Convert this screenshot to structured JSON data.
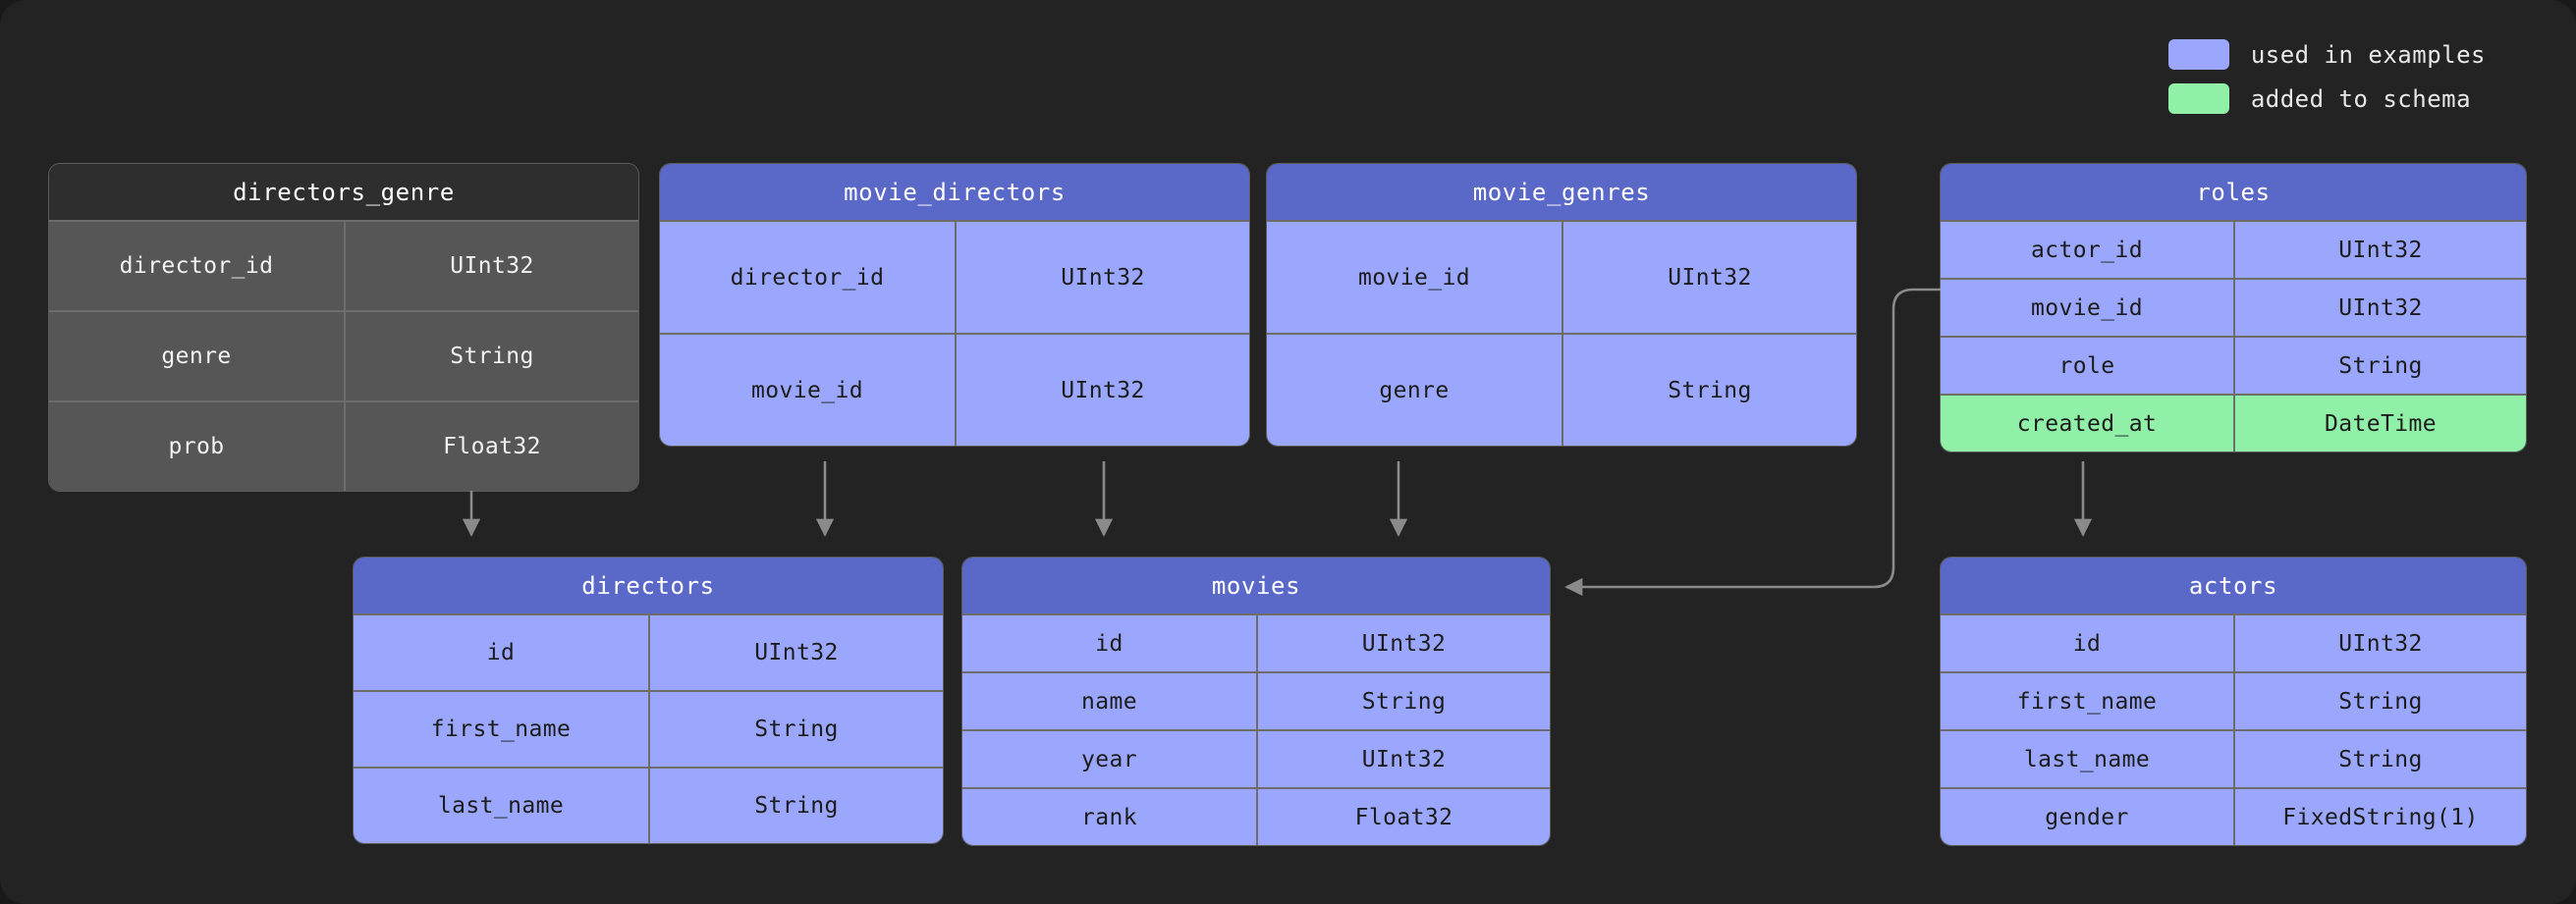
{
  "legend": {
    "items": [
      {
        "label": "used in examples",
        "color": "#9aa7fc",
        "swatch_name": "legend-swatch-used-in-examples"
      },
      {
        "label": "added to schema",
        "color": "#90f0a8",
        "swatch_name": "legend-swatch-added-to-schema"
      }
    ]
  },
  "colors": {
    "background": "#232323",
    "blue_header": "#5a69c8",
    "blue_body": "#9aa7fc",
    "grey_header": "#2e2e2e",
    "grey_body": "#565656",
    "green_added": "#90f0a8",
    "border": "#6d6d6d",
    "arrow": "#8a8a8a"
  },
  "tables": [
    {
      "id": "directors_genre",
      "title": "directors_genre",
      "theme": "grey",
      "columns": [
        {
          "name": "director_id",
          "type": "UInt32",
          "state": "plain"
        },
        {
          "name": "genre",
          "type": "String",
          "state": "plain"
        },
        {
          "name": "prob",
          "type": "Float32",
          "state": "plain"
        }
      ]
    },
    {
      "id": "movie_directors",
      "title": "movie_directors",
      "theme": "blue",
      "columns": [
        {
          "name": "director_id",
          "type": "UInt32",
          "state": "plain"
        },
        {
          "name": "movie_id",
          "type": "UInt32",
          "state": "plain"
        }
      ]
    },
    {
      "id": "movie_genres",
      "title": "movie_genres",
      "theme": "blue",
      "columns": [
        {
          "name": "movie_id",
          "type": "UInt32",
          "state": "plain"
        },
        {
          "name": "genre",
          "type": "String",
          "state": "plain"
        }
      ]
    },
    {
      "id": "roles",
      "title": "roles",
      "theme": "blue",
      "columns": [
        {
          "name": "actor_id",
          "type": "UInt32",
          "state": "plain"
        },
        {
          "name": "movie_id",
          "type": "UInt32",
          "state": "plain"
        },
        {
          "name": "role",
          "type": "String",
          "state": "plain"
        },
        {
          "name": "created_at",
          "type": "DateTime",
          "state": "added"
        }
      ]
    },
    {
      "id": "directors",
      "title": "directors",
      "theme": "blue",
      "columns": [
        {
          "name": "id",
          "type": "UInt32",
          "state": "plain"
        },
        {
          "name": "first_name",
          "type": "String",
          "state": "plain"
        },
        {
          "name": "last_name",
          "type": "String",
          "state": "plain"
        }
      ]
    },
    {
      "id": "movies",
      "title": "movies",
      "theme": "blue",
      "columns": [
        {
          "name": "id",
          "type": "UInt32",
          "state": "plain"
        },
        {
          "name": "name",
          "type": "String",
          "state": "plain"
        },
        {
          "name": "year",
          "type": "UInt32",
          "state": "plain"
        },
        {
          "name": "rank",
          "type": "Float32",
          "state": "plain"
        }
      ]
    },
    {
      "id": "actors",
      "title": "actors",
      "theme": "blue",
      "columns": [
        {
          "name": "id",
          "type": "UInt32",
          "state": "plain"
        },
        {
          "name": "first_name",
          "type": "String",
          "state": "plain"
        },
        {
          "name": "last_name",
          "type": "String",
          "state": "plain"
        },
        {
          "name": "gender",
          "type": "FixedString(1)",
          "state": "plain"
        }
      ]
    }
  ],
  "relationships": [
    {
      "from": "directors_genre",
      "to": "directors",
      "shape": "straight-down"
    },
    {
      "from": "movie_directors",
      "to": "directors",
      "shape": "straight-down"
    },
    {
      "from": "movie_directors",
      "to": "movies",
      "shape": "straight-down"
    },
    {
      "from": "movie_genres",
      "to": "movies",
      "shape": "straight-down"
    },
    {
      "from": "roles",
      "to": "movies",
      "shape": "elbow-left"
    },
    {
      "from": "roles",
      "to": "actors",
      "shape": "straight-down"
    }
  ]
}
